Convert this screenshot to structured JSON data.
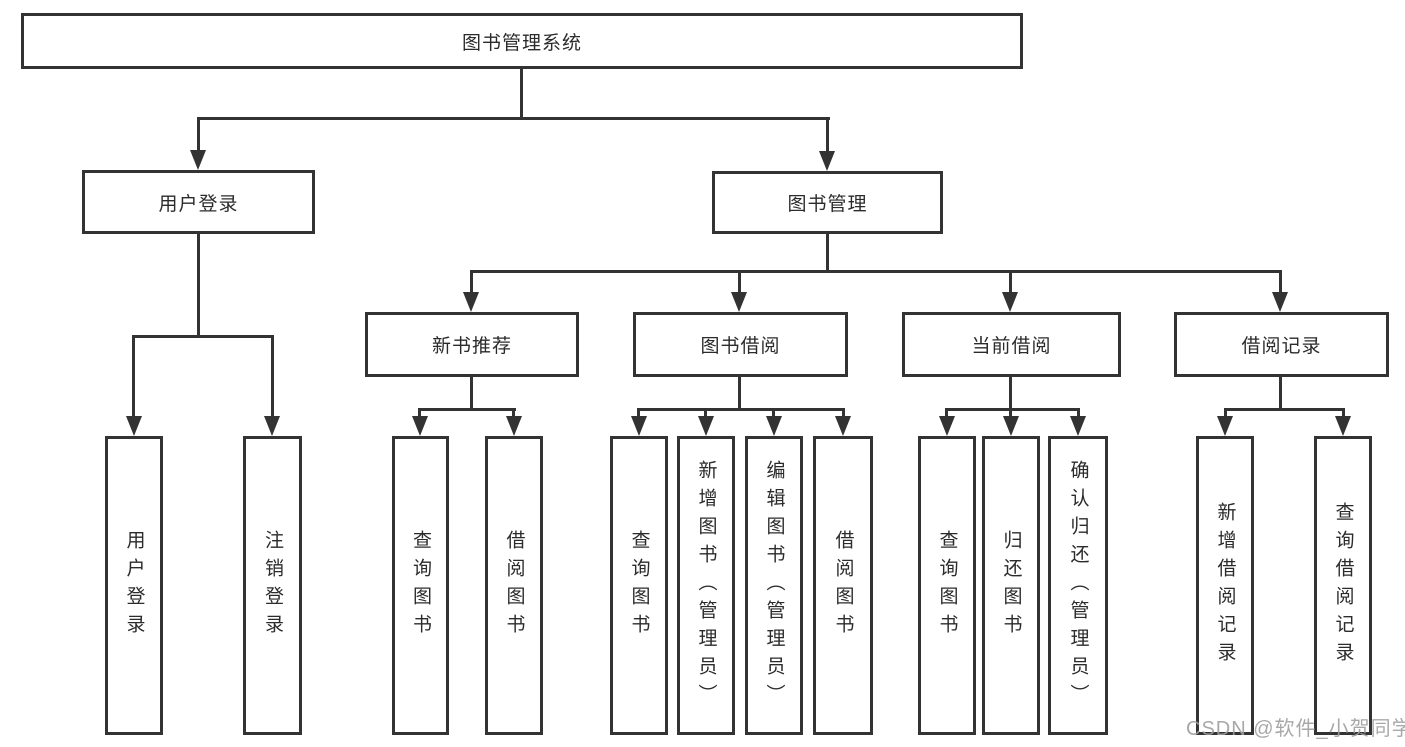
{
  "diagram": {
    "root": {
      "label": "图书管理系统"
    },
    "branches": [
      {
        "label": "用户登录",
        "children": [
          {
            "label": "用户登录"
          },
          {
            "label": "注销登录"
          }
        ]
      },
      {
        "label": "图书管理",
        "children": [
          {
            "label": "新书推荐",
            "children": [
              {
                "label": "查询图书"
              },
              {
                "label": "借阅图书"
              }
            ]
          },
          {
            "label": "图书借阅",
            "children": [
              {
                "label": "查询图书"
              },
              {
                "label": "新增图书（管理员）"
              },
              {
                "label": "编辑图书（管理员）"
              },
              {
                "label": "借阅图书"
              }
            ]
          },
          {
            "label": "当前借阅",
            "children": [
              {
                "label": "查询图书"
              },
              {
                "label": "归还图书"
              },
              {
                "label": "确认归还（管理员）"
              }
            ]
          },
          {
            "label": "借阅记录",
            "children": [
              {
                "label": "新增借阅记录"
              },
              {
                "label": "查询借阅记录"
              }
            ]
          }
        ]
      }
    ]
  },
  "watermark": {
    "text": "CSDN @软件_小贺同学"
  },
  "colors": {
    "line": "#333333",
    "box_border": "#333333",
    "text": "#2b2b2b",
    "background": "#ffffff",
    "watermark": "#9e9e9e"
  }
}
